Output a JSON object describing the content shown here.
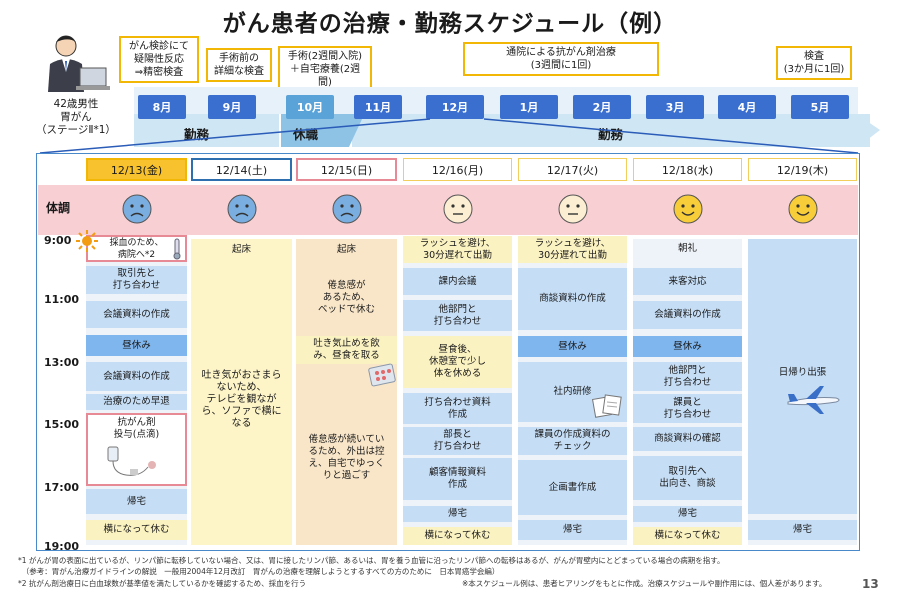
{
  "title": "がん患者の治療・勤務スケジュール（例）",
  "patient": {
    "line1": "42歳男性",
    "line2": "胃がん",
    "line3": "（ステージⅡ*1）"
  },
  "callouts": {
    "c1": "がん検診にて\n疑陽性反応\n⇒精密検査",
    "c2": "手術前の\n詳細な検査",
    "c3": "手術(2週間入院)\n＋自宅療養(2週間)",
    "c4": "通院による抗がん剤治療\n(3週間に1回)",
    "c5": "検査\n(3か月に1回)"
  },
  "months": [
    "8月",
    "9月",
    "10月",
    "11月",
    "12月",
    "1月",
    "2月",
    "3月",
    "4月",
    "5月"
  ],
  "bands": {
    "kinmu1": "勤務",
    "kyushoku": "休職",
    "kinmu2": "勤務"
  },
  "days": [
    "12/13(金)",
    "12/14(土)",
    "12/15(日)",
    "12/16(月)",
    "12/17(火)",
    "12/18(水)",
    "12/19(木)"
  ],
  "condition_label": "体調",
  "times": [
    "9:00",
    "11:00",
    "13:00",
    "15:00",
    "17:00",
    "19:00"
  ],
  "events": {
    "d1": [
      "採血のため、\n病院へ*2",
      "取引先と\n打ち合わせ",
      "会議資料の作成",
      "昼休み",
      "会議資料の作成",
      "治療のため早退",
      "抗がん剤\n投与(点滴)",
      "帰宅",
      "横になって休む"
    ],
    "d2": [
      "起床",
      "吐き気がおさまら\nないため、\nテレビを観なが\nら、ソファで横に\nなる"
    ],
    "d3": [
      "起床",
      "倦怠感が\nあるため、\nベッドで休む",
      "吐き気止めを飲\nみ、昼食を取る",
      "倦怠感が続いてい\nるため、外出は控\nえ、自宅でゆっく\nりと過ごす"
    ],
    "d4": [
      "ラッシュを避け、\n30分遅れて出勤",
      "課内会議",
      "他部門と\n打ち合わせ",
      "昼食後、\n休憩室で少し\n体を休める",
      "打ち合わせ資料\n作成",
      "部長と\n打ち合わせ",
      "顧客情報資料\n作成",
      "帰宅",
      "横になって休む"
    ],
    "d5": [
      "ラッシュを避け、\n30分遅れて出勤",
      "商談資料の作成",
      "昼休み",
      "社内研修",
      "課員の作成資料の\nチェック",
      "企画書作成",
      "帰宅"
    ],
    "d6": [
      "朝礼",
      "来客対応",
      "会議資料の作成",
      "昼休み",
      "他部門と\n打ち合わせ",
      "課員と\n打ち合わせ",
      "商談資料の確認",
      "取引先へ\n出向き、商談",
      "帰宅",
      "横になって休む"
    ],
    "d7": [
      "日帰り出張",
      "帰宅"
    ]
  },
  "footnotes": [
    "*1 がんが胃の表面に出ているが、リンパ節に転移していない場合、又は、胃に接したリンパ節、あるいは、胃を養う血管に沿ったリンパ節への転移はあるが、がんが胃壁内にとどまっている場合の病期を指す。",
    "　（参考：胃がん治療ガイドラインの解説　一般用2004年12月改訂　胃がんの治療を理解しようとするすべての方のために　日本胃癌学会編）",
    "*2 抗がん剤治療日に白血球数が基準値を満たしているかを確認するため、採血を行う",
    "※本スケジュール例は、患者ヒアリングをもとに作成。治療スケジュールや副作用には、個人差があります。"
  ],
  "page_number": "13",
  "colors": {
    "month_dark": "#3b6fcf",
    "month_light": "#5aa3d8",
    "callout_border": "#f2b705",
    "condition_band": "#f8d0d4",
    "day1_border": "#f2b705",
    "day2_border": "#2e6fb0",
    "day3_border": "#e88a95"
  },
  "icons": [
    "businessman-at-laptop-icon",
    "sun-icon",
    "thermometer-icon",
    "iv-drip-icon",
    "pill-pack-icon",
    "documents-icon",
    "airplane-icon",
    "face-icons"
  ]
}
